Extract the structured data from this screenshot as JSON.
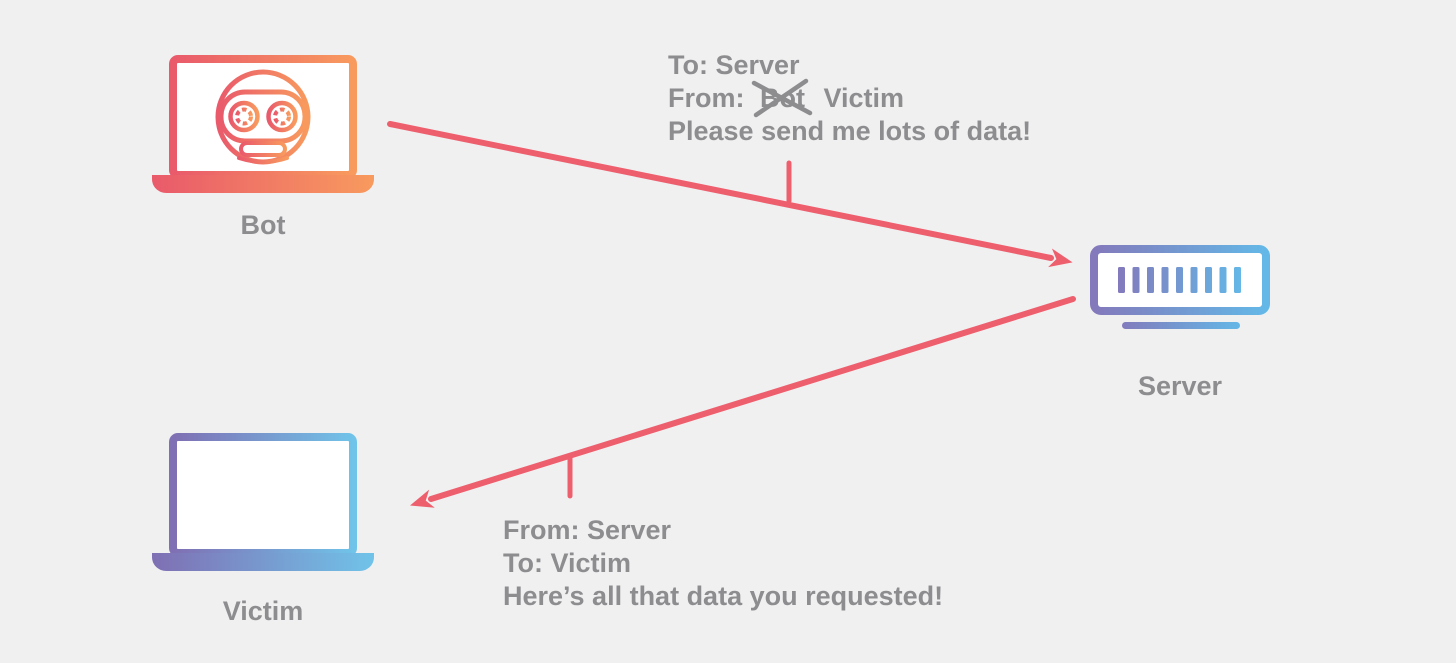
{
  "colors": {
    "background": "#f0f0f1",
    "arrow": "#ee5f6e",
    "text": "#8d8d90",
    "screen_fill": "#ffffff",
    "bot_gradient": [
      "#e95a6b",
      "#f89a5e"
    ],
    "victim_gradient": [
      "#7f6fb3",
      "#70c3e9"
    ],
    "server_gradient": [
      "#8379bb",
      "#63b8e7"
    ]
  },
  "nodes": {
    "bot_label": "Bot",
    "server_label": "Server",
    "victim_label": "Victim"
  },
  "messages": {
    "request": {
      "to": "To: Server",
      "from_prefix": "From:",
      "from_crossed": "Bot",
      "from_actual": "Victim",
      "body": "Please send me lots of data!"
    },
    "response": {
      "from": "From: Server",
      "to": "To: Victim",
      "body": "Here’s all that data you requested!"
    }
  },
  "icons": {
    "bot": "laptop-with-robot-face-icon",
    "server": "server-rack-icon",
    "victim": "laptop-icon",
    "strike": "cross-out-x-icon",
    "arrows": "attack-direction-arrows"
  }
}
